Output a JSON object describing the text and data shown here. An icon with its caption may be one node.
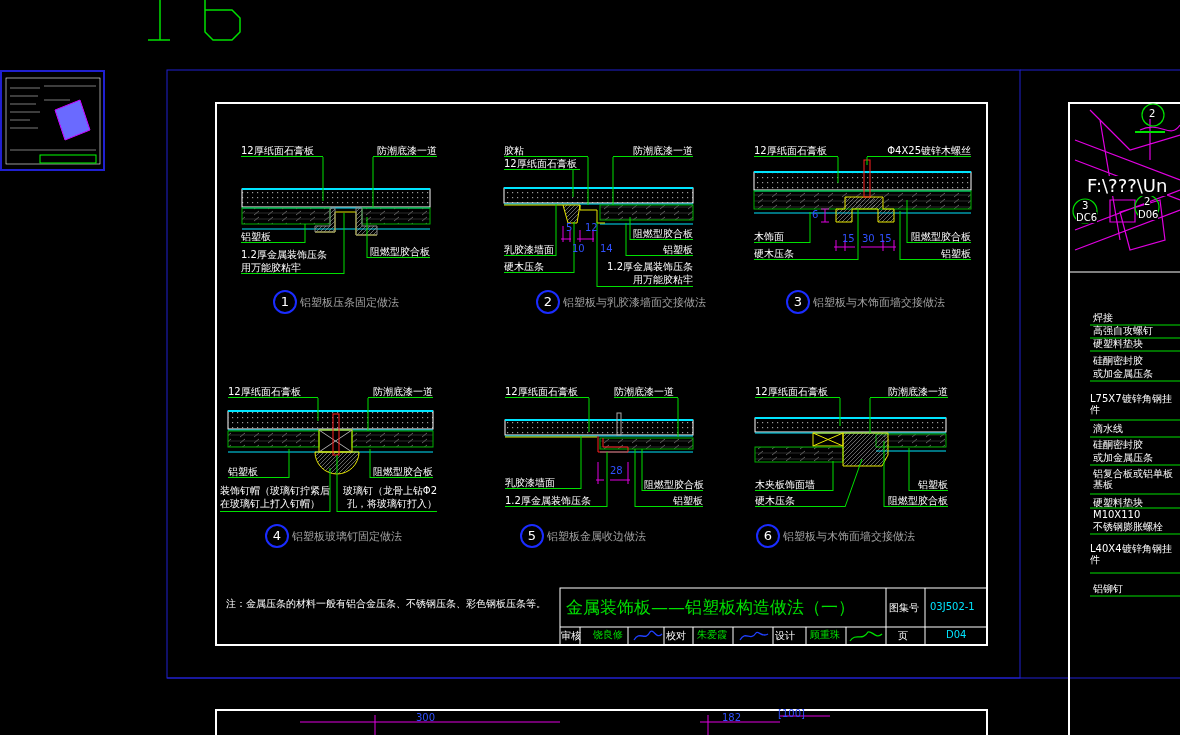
{
  "diagram": {
    "nodes": [
      {
        "text": [
          "12厚纸面石膏板"
        ]
      },
      {
        "text": [
          "防潮底漆一道"
        ]
      },
      {
        "text": [
          "铝塑板"
        ]
      },
      {
        "text": [
          "1.2厚金属装饰压条用万能胶粘牢"
        ]
      },
      {
        "text": [
          "阻燃型胶合板"
        ]
      },
      {
        "text": [
          "1"
        ],
        "beside": [
          "铝塑板压条固定做法"
        ]
      },
      {
        "text": [
          "胶粘"
        ]
      },
      {
        "text": [
          "12厚纸面石膏板"
        ]
      },
      {
        "text": [
          "防潮底漆一道"
        ]
      },
      {
        "text": [
          "乳胶漆墙面"
        ]
      },
      {
        "text": [
          "硬木压条"
        ]
      },
      {
        "text": [
          "阻燃型胶合板"
        ]
      },
      {
        "text": [
          "铝塑板"
        ]
      },
      {
        "text": [
          "1.2厚金属装饰压条用万能胶粘牢"
        ]
      },
      {
        "text": [
          "2"
        ],
        "beside": [
          "铝塑板与乳胶漆墙面交接做法"
        ]
      },
      {
        "text": [
          "12厚纸面石膏板"
        ]
      },
      {
        "text": [
          "Φ4X25镀锌木螺丝"
        ]
      },
      {
        "text": [
          "木饰面"
        ]
      },
      {
        "text": [
          "硬木压条"
        ]
      },
      {
        "text": [
          "阻燃型胶合板"
        ]
      },
      {
        "text": [
          "铝塑板"
        ]
      },
      {
        "text": [
          "3"
        ],
        "beside": [
          "铝塑板与木饰面墙交接做法"
        ]
      },
      {
        "text": [
          "12厚纸面石膏板"
        ]
      },
      {
        "text": [
          "防潮底漆一道"
        ]
      },
      {
        "text": [
          "铝塑板"
        ]
      },
      {
        "text": [
          "装饰钉帽（玻璃钉拧紧后在玻璃钉上打入钉帽）"
        ]
      },
      {
        "text": [
          "阻燃型胶合板"
        ]
      },
      {
        "text": [
          "玻璃钉（龙骨上钻Φ2孔，将玻璃钉打入）"
        ]
      },
      {
        "text": [
          "4"
        ],
        "beside": [
          "铝塑板玻璃钉固定做法"
        ]
      },
      {
        "text": [
          "12厚纸面石膏板"
        ]
      },
      {
        "text": [
          "防潮底漆一道"
        ]
      },
      {
        "text": [
          "乳胶漆墙面"
        ]
      },
      {
        "text": [
          "1.2厚金属装饰压条"
        ]
      },
      {
        "text": [
          "阻燃型胶合板"
        ]
      },
      {
        "text": [
          "铝塑板"
        ]
      },
      {
        "text": [
          "5"
        ],
        "beside": [
          "铝塑板金属收边做法"
        ]
      },
      {
        "text": [
          "12厚纸面石膏板"
        ]
      },
      {
        "text": [
          "防潮底漆一道"
        ]
      },
      {
        "text": [
          "木夹板饰面墙"
        ]
      },
      {
        "text": [
          "硬木压条"
        ]
      },
      {
        "text": [
          "铝塑板"
        ]
      },
      {
        "text": [
          "阻燃型胶合板"
        ]
      },
      {
        "text": [
          "6"
        ],
        "beside": [
          "铝塑板与木饰面墙交接做法"
        ]
      },
      {
        "text": [],
        "shape": "picture"
      },
      {
        "text": [],
        "shape": "picture"
      },
      {
        "text": [],
        "shape": "picture"
      },
      {
        "text": [],
        "shape": "picture"
      },
      {
        "text": [],
        "shape": "picture"
      },
      {
        "text": [],
        "shape": "picture"
      }
    ],
    "edges": [
      {
        "from": 0,
        "to": 43,
        "arrow": "none"
      },
      {
        "from": 1,
        "to": 43,
        "arrow": "none"
      },
      {
        "from": 2,
        "to": 43,
        "arrow": "none"
      },
      {
        "from": 3,
        "to": 43,
        "arrow": "none"
      },
      {
        "from": 4,
        "to": 43,
        "arrow": "none"
      },
      {
        "from": 6,
        "to": 44,
        "arrow": "none"
      },
      {
        "from": 7,
        "to": 44,
        "arrow": "none"
      },
      {
        "from": 8,
        "to": 44,
        "arrow": "none"
      },
      {
        "from": 9,
        "to": 44,
        "arrow": "none"
      },
      {
        "from": 10,
        "to": 44,
        "arrow": "none"
      },
      {
        "from": 11,
        "to": 44,
        "arrow": "none"
      },
      {
        "from": 12,
        "to": 44,
        "arrow": "none"
      },
      {
        "from": 13,
        "to": 44,
        "arrow": "none"
      },
      {
        "from": 15,
        "to": 45,
        "arrow": "none"
      },
      {
        "from": 16,
        "to": 45,
        "arrow": "none"
      },
      {
        "from": 17,
        "to": 45,
        "arrow": "none"
      },
      {
        "from": 18,
        "to": 45,
        "arrow": "none"
      },
      {
        "from": 19,
        "to": 45,
        "arrow": "none"
      },
      {
        "from": 20,
        "to": 45,
        "arrow": "none"
      },
      {
        "from": 22,
        "to": 46,
        "arrow": "none"
      },
      {
        "from": 23,
        "to": 46,
        "arrow": "none"
      },
      {
        "from": 24,
        "to": 46,
        "arrow": "none"
      },
      {
        "from": 25,
        "to": 46,
        "arrow": "none"
      },
      {
        "from": 26,
        "to": 46,
        "arrow": "none"
      },
      {
        "from": 27,
        "to": 46,
        "arrow": "none"
      },
      {
        "from": 29,
        "to": 47,
        "arrow": "none"
      },
      {
        "from": 30,
        "to": 47,
        "arrow": "none"
      },
      {
        "from": 31,
        "to": 47,
        "arrow": "none"
      },
      {
        "from": 32,
        "to": 47,
        "arrow": "none"
      },
      {
        "from": 33,
        "to": 47,
        "arrow": "none"
      },
      {
        "from": 34,
        "to": 47,
        "arrow": "none"
      },
      {
        "from": 36,
        "to": 48,
        "arrow": "none"
      },
      {
        "from": 37,
        "to": 48,
        "arrow": "none"
      },
      {
        "from": 38,
        "to": 48,
        "arrow": "none"
      },
      {
        "from": 39,
        "to": 48,
        "arrow": "none"
      },
      {
        "from": 40,
        "to": 48,
        "arrow": "none"
      },
      {
        "from": 41,
        "to": 48,
        "arrow": "none"
      }
    ],
    "labels": [
      "5",
      "12",
      "10",
      "14",
      "6",
      "15",
      "30",
      "15",
      "28",
      "注：金属压条的材料一般有铝合金压条、不锈钢压条、彩色钢板压条等。",
      "金属装饰板——铝塑板构造做法（一）",
      "图集号",
      "03J502-1",
      "审核",
      "饶良修",
      "校对",
      "朱爱霞",
      "设计",
      "顾重珠",
      "页",
      "D04",
      "2",
      "F:\\???\\Un",
      "3",
      "DC6",
      "2",
      "D06",
      "焊接",
      "高强自攻螺钉",
      "硬塑料垫块",
      "硅酮密封胶",
      "或加金属压条",
      "L75X7镀锌角钢挂件",
      "滴水线",
      "硅酮密封胶",
      "或加金属压条",
      "铝复合板或铝单板基板",
      "硬塑料垫块",
      "M10X110",
      "不锈钢膨胀螺栓",
      "L40X4镀锌角钢挂件",
      "铝铆钉",
      "300",
      "182",
      "[100]"
    ]
  }
}
